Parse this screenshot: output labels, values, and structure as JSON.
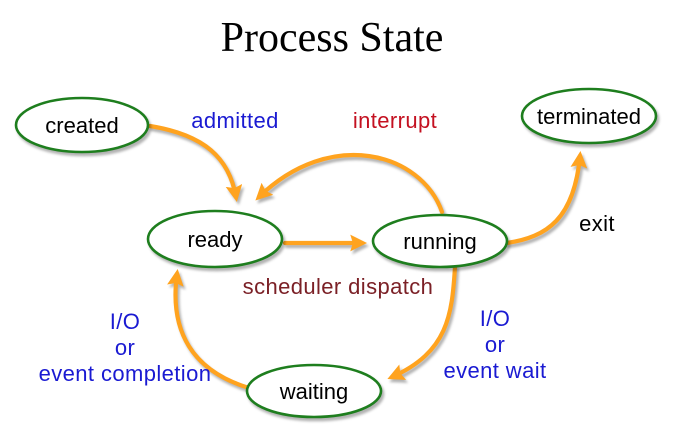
{
  "title": "Process State",
  "colors": {
    "background": "#ffffff",
    "text": "#000000",
    "state-border": "#1e7e1e",
    "arrow": "#ffa31f",
    "blue": "#1a1ad2",
    "red": "#c41121",
    "maroon": "#7b2026"
  },
  "states": [
    {
      "id": "created",
      "label": "created"
    },
    {
      "id": "ready",
      "label": "ready"
    },
    {
      "id": "running",
      "label": "running"
    },
    {
      "id": "waiting",
      "label": "waiting"
    },
    {
      "id": "terminated",
      "label": "terminated"
    }
  ],
  "transitions": [
    {
      "from": "created",
      "to": "ready",
      "label": "admitted",
      "color": "blue"
    },
    {
      "from": "running",
      "to": "ready",
      "label": "interrupt",
      "color": "red"
    },
    {
      "from": "ready",
      "to": "running",
      "label": "scheduler dispatch",
      "color": "maroon"
    },
    {
      "from": "running",
      "to": "terminated",
      "label": "exit",
      "color": "black"
    },
    {
      "from": "running",
      "to": "waiting",
      "label": "I/O or event wait",
      "color": "blue",
      "lines": [
        "I/O",
        "or",
        "event wait"
      ]
    },
    {
      "from": "waiting",
      "to": "ready",
      "label": "I/O or event completion",
      "color": "blue",
      "lines": [
        "I/O",
        "or",
        "event completion"
      ]
    }
  ]
}
